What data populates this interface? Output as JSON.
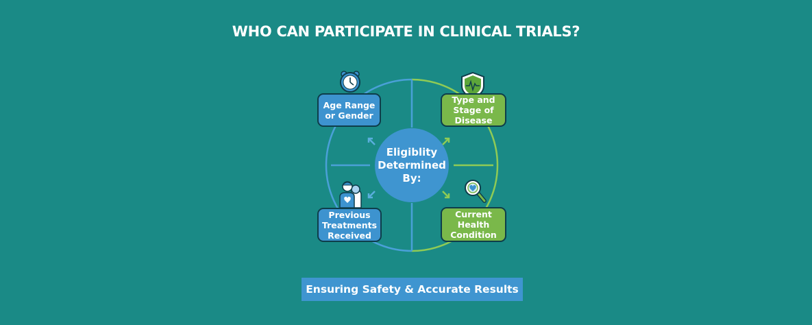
{
  "title": "WHO CAN PARTICIPATE IN CLINICAL TRIALS?",
  "center": {
    "label": "Eligiblity Determined By:"
  },
  "factors": [
    {
      "label": "Age Range or Gender",
      "icon": "alarm-clock-icon",
      "color": "#3d93cf"
    },
    {
      "label": "Type and Stage of Disease",
      "icon": "shield-heartbeat-icon",
      "color": "#7ab84a"
    },
    {
      "label": "Previous Treatments Received",
      "icon": "patient-caregiver-icon",
      "color": "#3d93cf"
    },
    {
      "label": "Current Health Condition",
      "icon": "magnifier-heart-icon",
      "color": "#7ab84a"
    }
  ],
  "footer": {
    "label": "Ensuring Safety & Accurate Results"
  },
  "colors": {
    "background": "#1a8a86",
    "blue": "#3d93cf",
    "green": "#7ab84a",
    "outline": "#0e3d4a"
  }
}
